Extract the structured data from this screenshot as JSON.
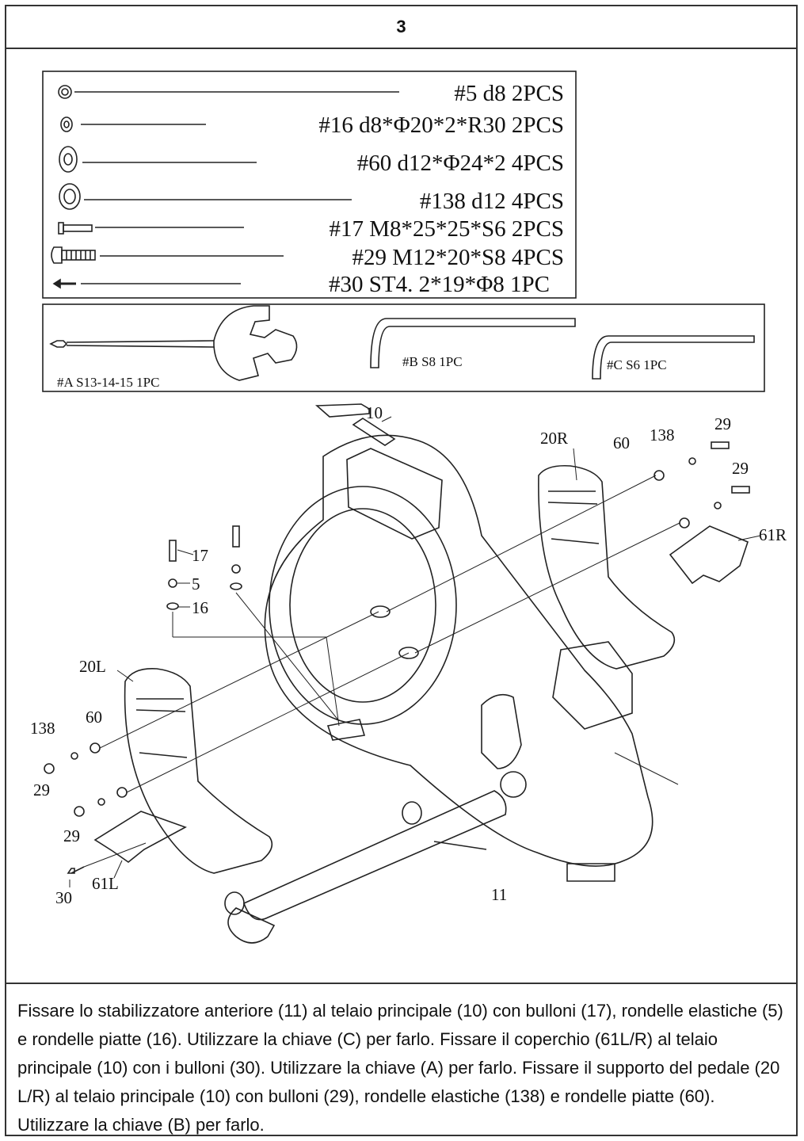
{
  "step": {
    "number": "3"
  },
  "parts_list": [
    {
      "text": "#5  d8  2PCS"
    },
    {
      "text": "#16  d8*Φ20*2*R30  2PCS"
    },
    {
      "text": "#60  d12*Φ24*2  4PCS"
    },
    {
      "text": "#138  d12  4PCS"
    },
    {
      "text": "#17  M8*25*25*S6  2PCS"
    },
    {
      "text": "#29  M12*20*S8  4PCS"
    },
    {
      "text": "#30  ST4. 2*19*Φ8  1PC"
    }
  ],
  "tools": {
    "a": "#A  S13-14-15  1PC",
    "b": "#B  S8  1PC",
    "c": "#C  S6  1PC"
  },
  "callouts": {
    "c10": "10",
    "c20r": "20R",
    "c60r": "60",
    "c138r": "138",
    "c29r1": "29",
    "c29r2": "29",
    "c61r": "61R",
    "c17": "17",
    "c5": "5",
    "c16": "16",
    "c20l": "20L",
    "c138l": "138",
    "c60l": "60",
    "c29l1": "29",
    "c29l2": "29",
    "c61l": "61L",
    "c30": "30",
    "c11": "11"
  },
  "instructions": {
    "text": "Fissare lo stabilizzatore anteriore (11) al telaio principale (10) con bulloni (17), rondelle elastiche (5) e rondelle piatte (16). Utilizzare la chiave (C) per farlo. Fissare il coperchio (61L/R) al telaio principale (10) con i bulloni (30). Utilizzare la chiave (A) per farlo. Fissare il supporto del pedale (20 L/R) al telaio principale (10) con bulloni (29), rondelle elastiche (138) e rondelle piatte (60). Utilizzare la chiave (B) per farlo."
  }
}
